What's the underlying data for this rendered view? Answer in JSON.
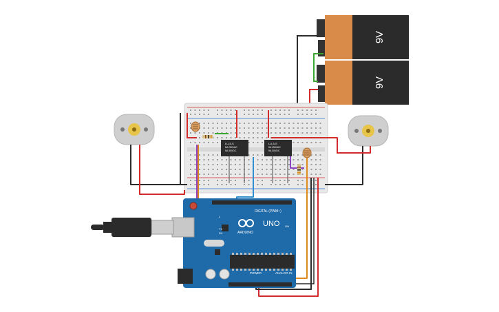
{
  "batteries": [
    {
      "label": "9V"
    },
    {
      "label": "9V"
    }
  ],
  "relays": [
    {
      "line1": "LU-5-S",
      "line2": "5A 250VAC",
      "line3": "5A 30VDC"
    },
    {
      "line1": "LU-5-S",
      "line2": "5A 250VAC",
      "line3": "5A 30VDC"
    }
  ],
  "arduino": {
    "logo": "ARDUINO",
    "model": "UNO",
    "digital_label": "DIGITAL (PWM~)",
    "power_label": "POWER",
    "analog_label": "ANALOG IN",
    "led_l": "L",
    "led_tx": "TX",
    "led_rx": "RX",
    "on_label": "ON"
  },
  "colors": {
    "wire_red": "#d22b2b",
    "wire_black": "#2b2b2b",
    "wire_green": "#3aa52f",
    "wire_blue": "#2f8fd0",
    "wire_purple": "#8b45c4",
    "wire_orange": "#e08a1e",
    "board_blue": "#1f6aa8",
    "battery_orange": "#d98c4a",
    "battery_black": "#2b2b2b"
  },
  "components": [
    "motor-left",
    "motor-right",
    "photoresistor-left",
    "photoresistor-right",
    "relay-left",
    "relay-right",
    "breadboard",
    "arduino-uno",
    "usb-cable",
    "battery-top",
    "battery-bottom"
  ]
}
